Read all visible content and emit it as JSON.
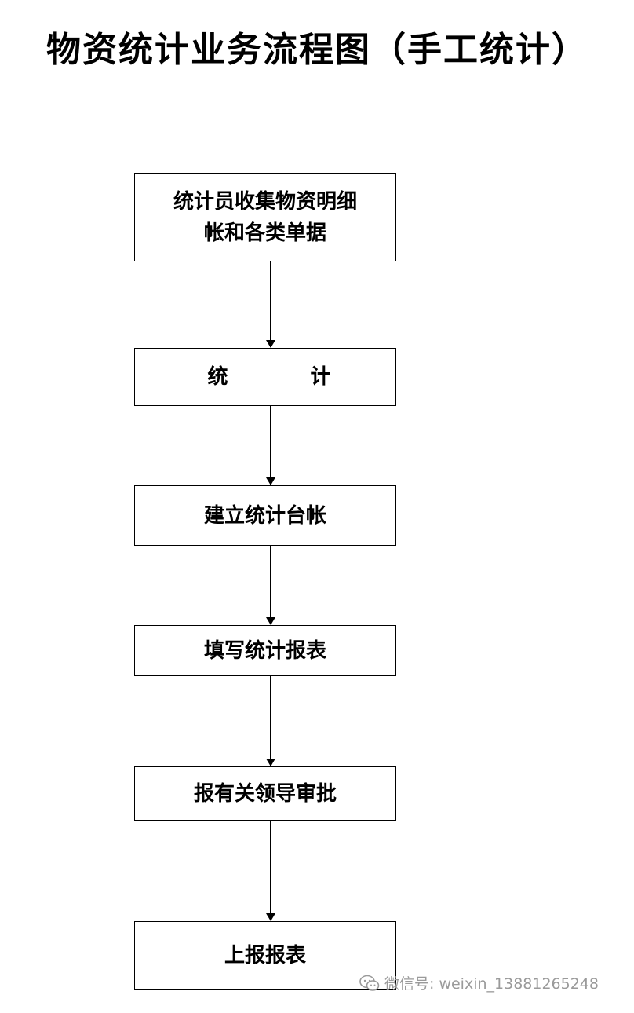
{
  "title": "物资统计业务流程图（手工统计）",
  "steps": [
    {
      "id": "step-1",
      "lines": [
        "统计员收集物资明细",
        "帐和各类单据"
      ]
    },
    {
      "id": "step-2",
      "lines": [
        "统 计"
      ]
    },
    {
      "id": "step-3",
      "lines": [
        "建立统计台帐"
      ]
    },
    {
      "id": "step-4",
      "lines": [
        "填写统计报表"
      ]
    },
    {
      "id": "step-5",
      "lines": [
        "报有关领导审批"
      ]
    },
    {
      "id": "step-6",
      "lines": [
        "上报报表"
      ]
    }
  ],
  "edges": [
    {
      "from": "step-1",
      "to": "step-2"
    },
    {
      "from": "step-2",
      "to": "step-3"
    },
    {
      "from": "step-3",
      "to": "step-4"
    },
    {
      "from": "step-4",
      "to": "step-5"
    },
    {
      "from": "step-5",
      "to": "step-6"
    }
  ],
  "watermark": {
    "text": "微信号: weixin_13881265248",
    "icon": "wechat-icon"
  },
  "colors": {
    "line": "#000000",
    "watermark": "#9a9a9a"
  }
}
